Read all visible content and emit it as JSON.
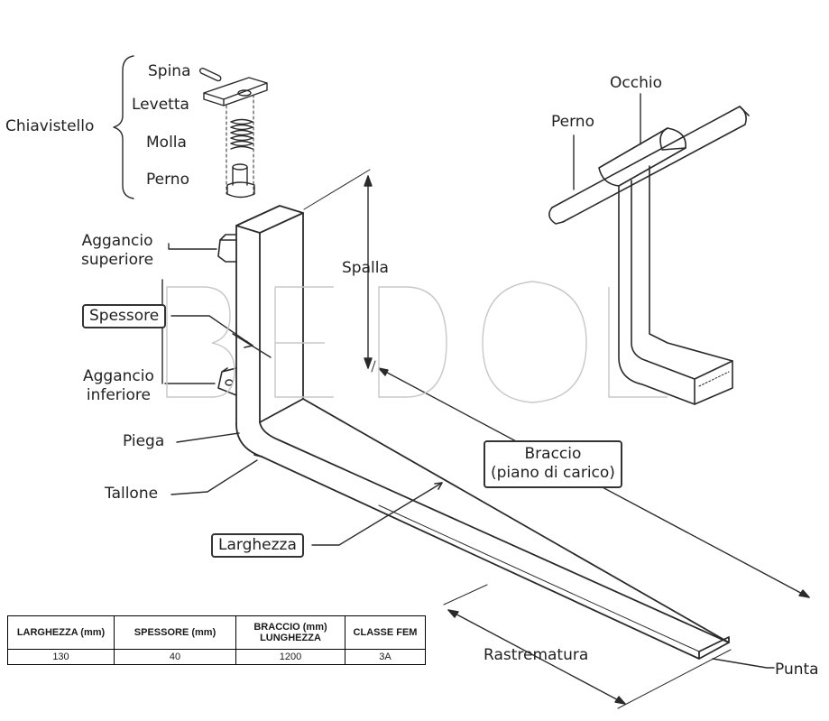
{
  "watermark": "BEDOL",
  "labels": {
    "spina": "Spina",
    "levetta": "Levetta",
    "chiavistello": "Chiavistello",
    "molla": "Molla",
    "perno_pin": "Perno",
    "occhio": "Occhio",
    "perno_shaft": "Perno",
    "aggancio_superiore_1": "Aggancio",
    "aggancio_superiore_2": "superiore",
    "spalla": "Spalla",
    "spessore": "Spessore",
    "aggancio_inferiore_1": "Aggancio",
    "aggancio_inferiore_2": "inferiore",
    "piega": "Piega",
    "braccio_1": "Braccio",
    "braccio_2": "(piano di carico)",
    "tallone": "Tallone",
    "larghezza": "Larghezza",
    "rastrematura": "Rastrematura",
    "punta": "Punta"
  },
  "table": {
    "headers": [
      "LARGHEZZA (mm)",
      "SPESSORE (mm)",
      "BRACCIO (mm) LUNGHEZZA",
      "CLASSE FEM"
    ],
    "rows": [
      [
        "130",
        "40",
        "1200",
        "3A"
      ]
    ]
  }
}
